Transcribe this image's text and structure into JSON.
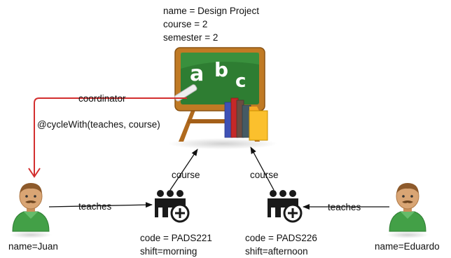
{
  "course_node": {
    "attributes": [
      "name = Design Project",
      "course = 2",
      "semester = 2"
    ],
    "icon": "chalkboard-icon",
    "board_letters": [
      "a",
      "b",
      "c"
    ],
    "colors": {
      "board_frame": "#c07a24",
      "board": "#2e7d32",
      "easel": "#b06a1e"
    }
  },
  "books_icon": "books-icon",
  "persons": [
    {
      "id": "juan",
      "label": "name=Juan",
      "icon": "person-icon"
    },
    {
      "id": "eduardo",
      "label": "name=Eduardo",
      "icon": "person-icon"
    }
  ],
  "groups": [
    {
      "id": "pads221",
      "icon": "group-add-icon",
      "attributes": [
        "code = PADS221",
        "shift=morning"
      ]
    },
    {
      "id": "pads226",
      "icon": "group-add-icon",
      "attributes": [
        "code = PADS226",
        "shift=afternoon"
      ]
    }
  ],
  "edges": {
    "coordinator": {
      "label": "coordinator",
      "constraint": "@cycleWith(teaches, course)",
      "color": "#d32f2f"
    },
    "juan_teaches": {
      "label": "teaches"
    },
    "eduardo_teaches": {
      "label": "teaches"
    },
    "pads221_course": {
      "label": "course"
    },
    "pads226_course": {
      "label": "course"
    }
  },
  "colors": {
    "person_shirt": "#43a047",
    "person_skin": "#d9a574",
    "group_icon": "#1a1a1a"
  }
}
